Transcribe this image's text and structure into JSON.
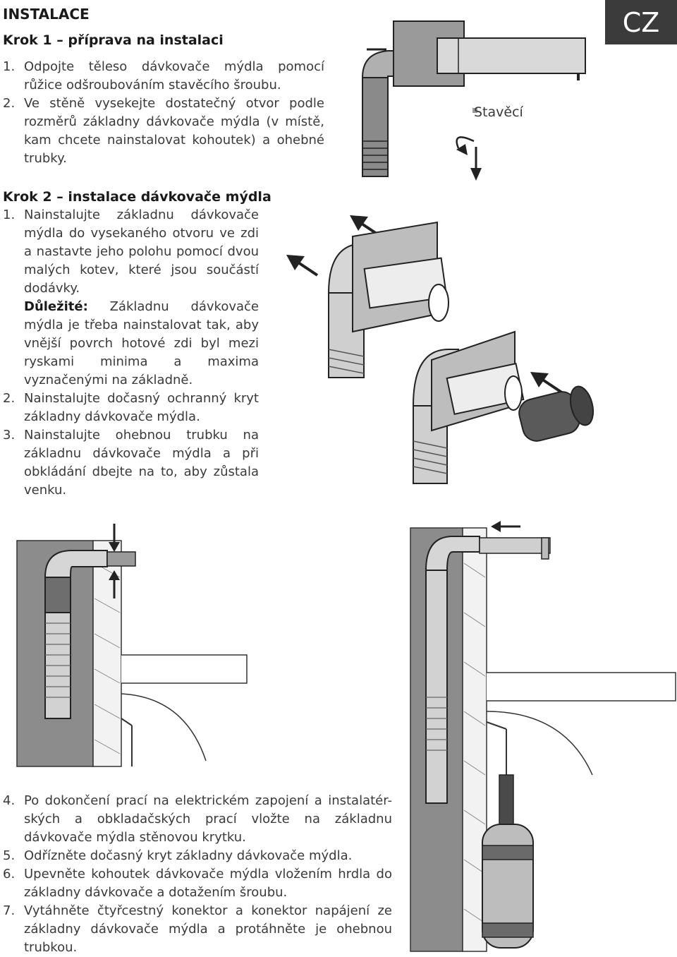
{
  "section_title": "INSTALACE",
  "language_badge": "CZ",
  "step1": {
    "title": "Krok 1 – příprava na instalaci",
    "items": [
      {
        "num": "1.",
        "text": "Odpojte těleso dávkovače mýdla pomocí růžice odšroubováním stavěcího šroubu."
      },
      {
        "num": "2.",
        "text": "Ve stěně vysekejte dostatečný otvor podle rozměrů základny dávkovače mýdla (v místě, kam chcete nainstalovat kohoutek) a ohebné trubky."
      }
    ]
  },
  "figure1_label": "Stavěcí",
  "step2": {
    "title": "Krok 2 – instalace dávkovače mýdla",
    "item1_num": "1.",
    "item1_text": "Nainstalujte základnu dávkovače mýdla do vysekaného otvoru ve zdi a nastavte jeho polohu pomocí dvou malých kotev, které jsou součástí dodávky.",
    "important_label": "Důležité:",
    "important_text": " Základnu dávkovače mýdla je třeba nainstalovat tak, aby vnější povrch hotové zdi byl mezi ryskami minima a maxima vyznačenými na základně.",
    "item2_num": "2.",
    "item2_text": "Nainstalujte dočasný ochranný kryt základny dávkovače mýdla.",
    "item3_num": "3.",
    "item3_text": "Nainstalujte ohebnou trubku na základnu dávkovače mýdla a při obkládání dbejte na to, aby zůstala venku."
  },
  "step3": {
    "items": [
      {
        "num": "4.",
        "text": "Po dokončení prací na elektrickém zapojení a instalatér- ských a obkladačských prací vložte na základnu dávkovače mýdla stěnovou krytku."
      },
      {
        "num": "5.",
        "text": "Odřízněte dočasný kryt základny dávkovače mýdla."
      },
      {
        "num": "6.",
        "text": "Upevněte kohoutek dávkovače mýdla vložením hrdla do základny dávkovače a dotažením šroubu."
      },
      {
        "num": "7.",
        "text": "Vytáhněte čtyřcestný konektor a konektor napájení ze základny dávkovače mýdla a protáhněte je ohebnou trubkou."
      }
    ]
  },
  "colors": {
    "text": "#3a3a3a",
    "badge_bg": "#3b3b3b",
    "wall": "#8c8c8c",
    "pipe": "#cfcfcf",
    "pipe_dark": "#8a8a8a"
  },
  "icons": [
    "arrow-icon",
    "rotate-icon"
  ]
}
